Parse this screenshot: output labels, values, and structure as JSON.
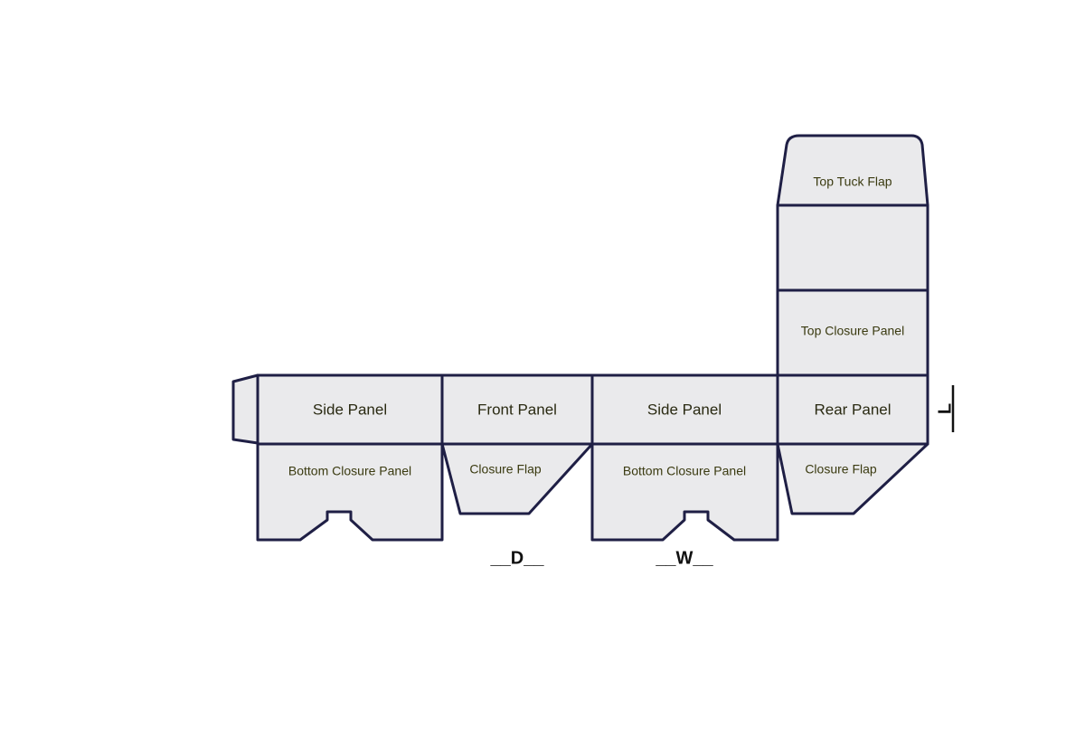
{
  "colors": {
    "stroke": "#1f1f45",
    "fill": "#eaeaec",
    "panel_text": "#2a2a12",
    "flap_text": "#3a3a10",
    "dim_text": "#111111"
  },
  "panels": {
    "top_tuck_flap": "Top Tuck Flap",
    "top_closure_panel": "Top Closure Panel",
    "side_panel_left": "Side Panel",
    "front_panel": "Front Panel",
    "side_panel_right": "Side Panel",
    "rear_panel": "Rear Panel",
    "bottom_closure_left": "Bottom Closure Panel",
    "closure_flap_front": "Closure Flap",
    "bottom_closure_right": "Bottom Closure Panel",
    "closure_flap_rear": "Closure Flap"
  },
  "dimensions": {
    "depth": "__D__",
    "width": "__W__",
    "length": "_L_"
  }
}
